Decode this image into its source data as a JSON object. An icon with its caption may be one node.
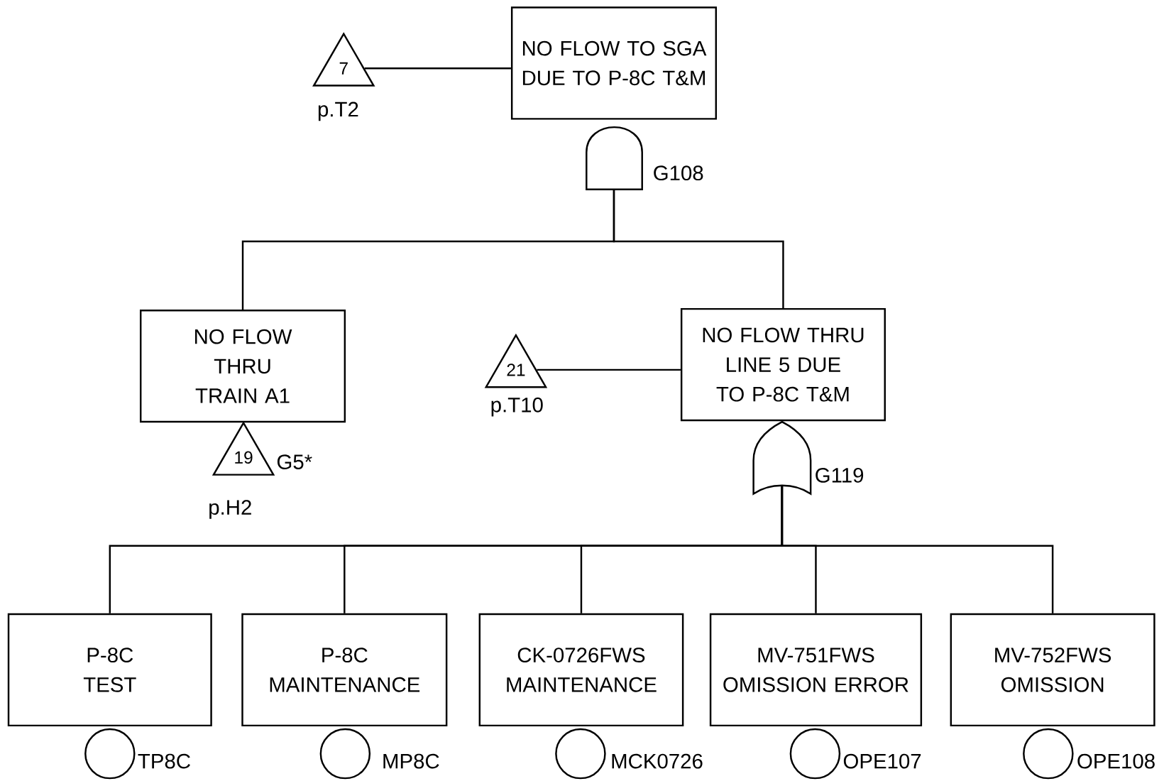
{
  "diagram": {
    "nodes": [
      {
        "text": [
          "NO FLOW TO SGA DUE TO P-8C T&M"
        ]
      },
      {
        "text": [
          "7"
        ],
        "beside": [
          "p.T2"
        ]
      },
      {
        "text": [],
        "shape": "and-gate",
        "beside": [
          "G108"
        ]
      },
      {
        "text": [
          "NO FLOW THRU TRAIN A1"
        ]
      },
      {
        "text": [
          "19"
        ],
        "beside": [
          "G5*",
          "p.H2"
        ]
      },
      {
        "text": [
          "21"
        ],
        "beside": [
          "p.T10"
        ]
      },
      {
        "text": [
          "NO FLOW THRU LINE 5 DUE TO P-8C T&M"
        ]
      },
      {
        "text": [],
        "shape": "or-gate",
        "beside": [
          "G119"
        ]
      },
      {
        "text": [
          "P-8C TEST"
        ]
      },
      {
        "text": [
          "P-8C MAINTENANCE"
        ]
      },
      {
        "text": [
          "CK-0726FWS MAINTENANCE"
        ]
      },
      {
        "text": [
          "MV-751FWS OMISSION ERROR"
        ]
      },
      {
        "text": [
          "MV-752FWS OMISSION"
        ]
      },
      {
        "text": [],
        "shape": "circle",
        "beside": [
          "TP8C"
        ]
      },
      {
        "text": [],
        "shape": "circle",
        "beside": [
          "MP8C"
        ]
      },
      {
        "text": [],
        "shape": "circle",
        "beside": [
          "MCK0726"
        ]
      },
      {
        "text": [],
        "shape": "circle",
        "beside": [
          "OPE107"
        ]
      },
      {
        "text": [],
        "shape": "circle",
        "beside": [
          "OPE108"
        ]
      }
    ],
    "edges": [
      {
        "from": 1,
        "to": 0,
        "arrow": "none"
      },
      {
        "from": 2,
        "to": 3,
        "arrow": "none"
      },
      {
        "from": 2,
        "to": 6,
        "arrow": "none"
      },
      {
        "from": 5,
        "to": 6,
        "arrow": "none"
      },
      {
        "from": 7,
        "to": 8,
        "arrow": "none"
      },
      {
        "from": 7,
        "to": 9,
        "arrow": "none"
      },
      {
        "from": 7,
        "to": 10,
        "arrow": "none"
      },
      {
        "from": 7,
        "to": 11,
        "arrow": "none"
      },
      {
        "from": 7,
        "to": 12,
        "arrow": "none"
      }
    ]
  }
}
